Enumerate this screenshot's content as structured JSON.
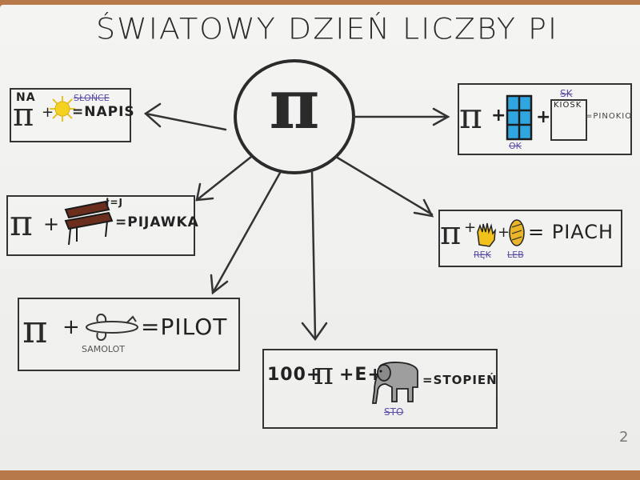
{
  "title": "ŚWIATOWY DZIEŃ LICZBY PI",
  "center_symbol": "π",
  "boxes": {
    "napis": {
      "top_text": "NA",
      "pi": "π",
      "plus": "+",
      "strike": "SŁOŃCE",
      "result": "=NAPIS"
    },
    "pinokio": {
      "pi": "π",
      "plus1": "+",
      "plus2": "+",
      "strike_top": "SK",
      "kiosk": "KIOSK",
      "strike_bottom": "OK",
      "result": "=PINOKIO"
    },
    "pijawka": {
      "pi": "π",
      "plus": "+",
      "note": "ł=J",
      "result": "=PIJAWKA"
    },
    "piach": {
      "pi": "π",
      "plus1": "+",
      "plus2": "+",
      "strike1": "RĘK",
      "strike2": "LEB",
      "result": "= PIACH"
    },
    "pilot": {
      "pi": "π",
      "plus": "+",
      "strike": "SAMOLOT",
      "result": "=PILOT"
    },
    "stopien": {
      "lead": "100+",
      "pi": "π",
      "tail": "+E+",
      "strike": "STO",
      "result": "=STOPIEŃ"
    }
  },
  "page_number": "2"
}
